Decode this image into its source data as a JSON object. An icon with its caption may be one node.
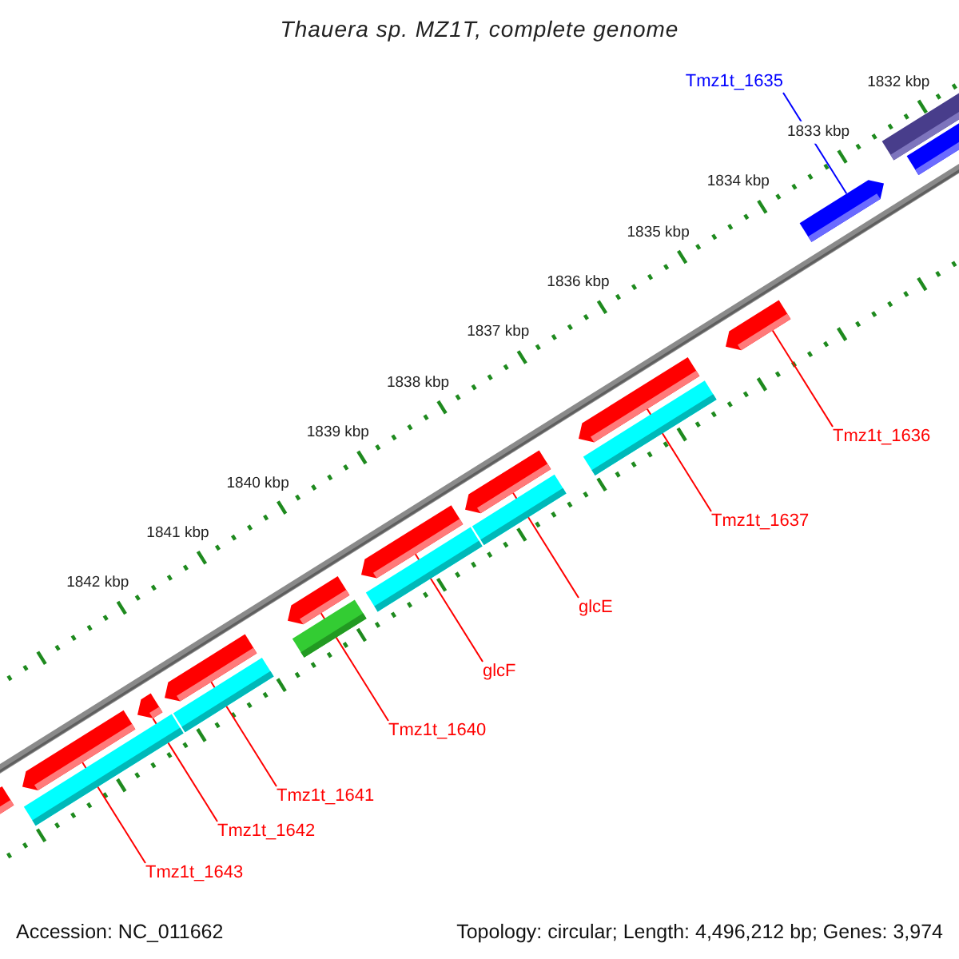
{
  "diagram": {
    "title": "Thauera sp. MZ1T, complete genome",
    "nodes": [
      {
        "text": [
          "Tmz1t_1635"
        ]
      },
      {
        "text": [
          "Tmz1t_1636"
        ]
      },
      {
        "text": [
          "Tmz1t_1637"
        ]
      },
      {
        "text": [
          "glcE"
        ]
      },
      {
        "text": [
          "glcF"
        ]
      },
      {
        "text": [
          "Tmz1t_1640"
        ]
      },
      {
        "text": [
          "Tmz1t_1641"
        ]
      },
      {
        "text": [
          "Tmz1t_1642"
        ]
      },
      {
        "text": [
          "Tmz1t_1643"
        ]
      },
      {
        "text": [],
        "shape": "bar"
      },
      {
        "text": [],
        "shape": "bar"
      },
      {
        "text": [],
        "shape": "bar"
      },
      {
        "text": [],
        "shape": "bar"
      },
      {
        "text": [],
        "shape": "bar"
      },
      {
        "text": [],
        "shape": "bar"
      },
      {
        "text": [],
        "shape": "bar"
      },
      {
        "text": [],
        "shape": "bar"
      },
      {
        "text": [],
        "shape": "bar"
      },
      {
        "text": [],
        "shape": "bar"
      },
      {
        "text": [],
        "shape": "bar"
      },
      {
        "text": [],
        "shape": "bar"
      },
      {
        "text": [],
        "shape": "bar"
      },
      {
        "text": [],
        "shape": "bar"
      },
      {
        "text": [],
        "shape": "bar"
      },
      {
        "text": [],
        "shape": "bar"
      },
      {
        "text": [],
        "shape": "bar"
      },
      {
        "text": [],
        "shape": "bar"
      }
    ],
    "edges": [
      {
        "from": 0,
        "to": 11,
        "arrow": "none",
        "color": "#0000ff"
      },
      {
        "from": 1,
        "to": 12,
        "arrow": "none"
      },
      {
        "from": 2,
        "to": 13,
        "arrow": "none"
      },
      {
        "from": 3,
        "to": 15,
        "arrow": "none"
      },
      {
        "from": 4,
        "to": 17,
        "arrow": "none"
      },
      {
        "from": 5,
        "to": 20,
        "arrow": "none"
      },
      {
        "from": 6,
        "to": 22,
        "arrow": "none"
      },
      {
        "from": 7,
        "to": 23,
        "arrow": "none"
      },
      {
        "from": 8,
        "to": 25,
        "arrow": "none"
      }
    ],
    "labels": [
      "1832 kbp",
      "1833 kbp",
      "1834 kbp",
      "1835 kbp",
      "1836 kbp",
      "1837 kbp",
      "1838 kbp",
      "1839 kbp",
      "1840 kbp",
      "1841 kbp",
      "1842 kbp",
      "Accession: NC_011662",
      "Topology: circular; Length: 4,496,212 bp; Genes: 3,974"
    ]
  }
}
